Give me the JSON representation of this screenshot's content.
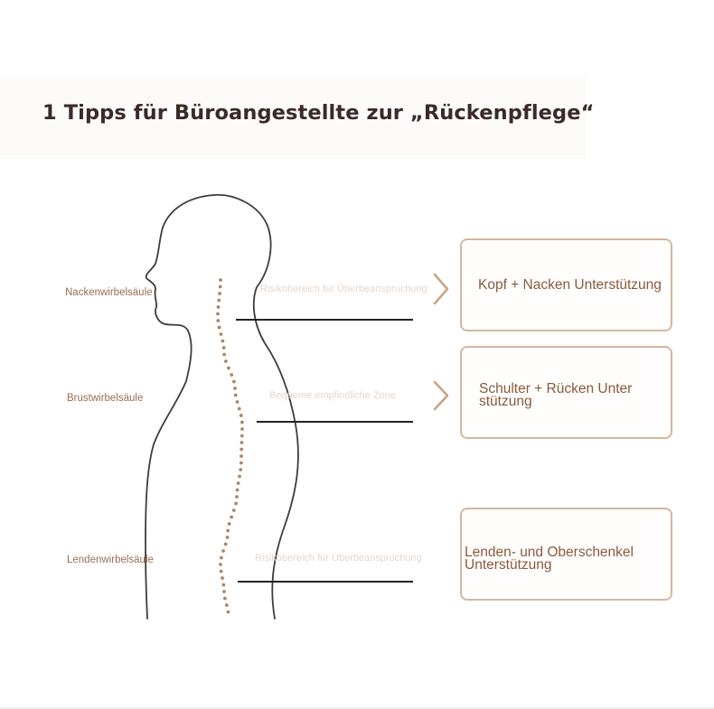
{
  "title": "1 Tipps für Büroangestellte zur „Rückenpflege“",
  "spine_labels": {
    "neck": "Nackenwirbelsäule",
    "chest": "Brustwirbelsäule",
    "lumbar": "Lendenwirbelsäule"
  },
  "ghost_labels": {
    "neck": "Risikobereich für Überbeanspruchung",
    "chest": "Bequeme empfindliche Zone",
    "lumbar": "Risikobereich für Überbeanspruchung"
  },
  "callouts": {
    "head_neck": {
      "line1": "Kopf + Nacken Unterstützung",
      "line2": ""
    },
    "shoulder_back": {
      "line1": "Schulter + Rücken Unter",
      "line2": "stützung"
    },
    "lumbar_thigh": {
      "line1": "Lenden- und Oberschenkel",
      "line2": "Unterstützung"
    }
  },
  "colors": {
    "title": "#3b2a26",
    "accent": "#c8a486",
    "box_border": "#d4b79d",
    "label": "#9a6f52",
    "spine_dots": "#b08560"
  },
  "icons": [
    "chevron-right-icon"
  ]
}
